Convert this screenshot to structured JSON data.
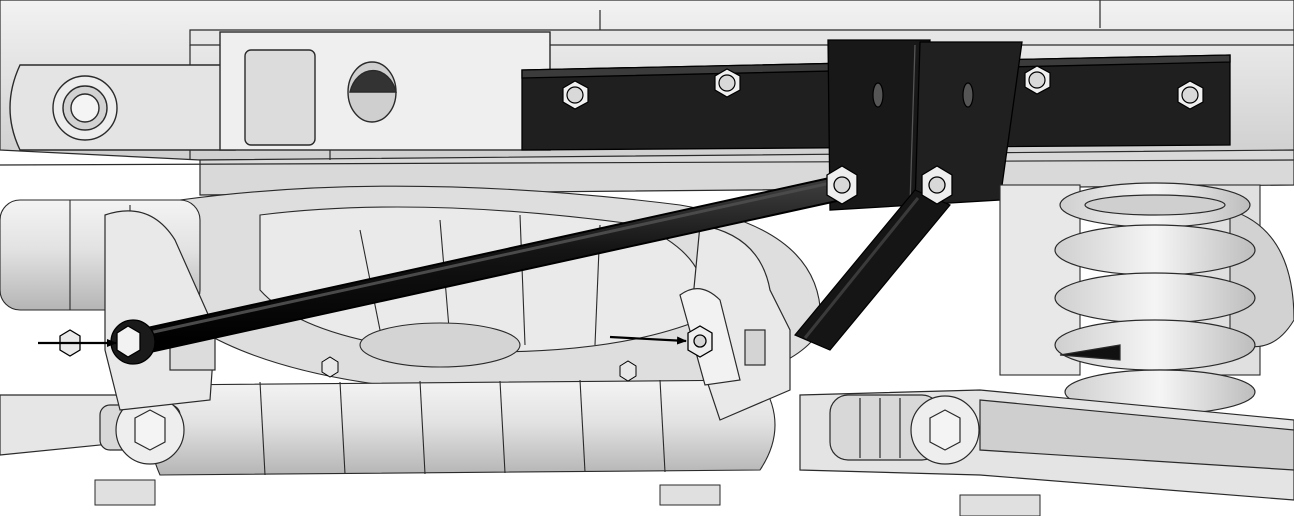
{
  "illustration": {
    "kind": "cad-render",
    "palette": {
      "background": "#ffffff",
      "part_light": "#ececec",
      "part_mid": "#d8d8d8",
      "part_shadow": "#b8b8b8",
      "outline": "#2a2a2a",
      "bracket_dark": "#1c1c1c",
      "bracket_edge": "#000000",
      "callout_arrow": "#000000"
    },
    "callouts": [
      {
        "id": "left-bolt-callout",
        "points_to": "hex-bolt"
      },
      {
        "id": "center-bolt-callout",
        "points_to": "hex-bolt"
      }
    ]
  }
}
